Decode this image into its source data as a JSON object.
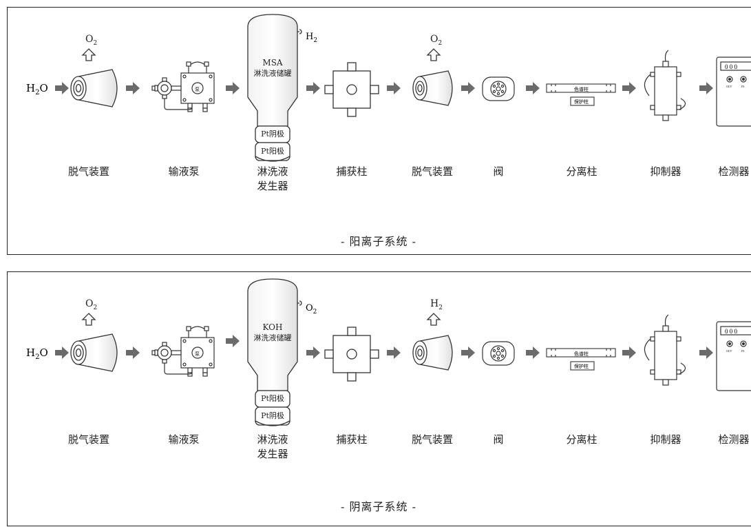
{
  "cation": {
    "input": "H2O",
    "degas1_gas": "O2",
    "tank_gas": "H2",
    "reagent": "MSA",
    "tank_label": "淋洗液储罐",
    "electrode_upper": "Pt阴极",
    "electrode_lower": "Pt阳极",
    "degas2_gas": "O2",
    "pump_mark": "泵",
    "column_label": "色谱柱",
    "guard_label": "保护柱",
    "detector_digits": "0 0 0",
    "detector_ports": [
      "OUT",
      "IN"
    ],
    "component_labels": [
      "脱气装置",
      "输液泵",
      "淋洗液\n发生器",
      "捕获柱",
      "脱气装置",
      "阀",
      "分离柱",
      "抑制器",
      "检测器"
    ],
    "system_title": "- 阳离子系统 -"
  },
  "anion": {
    "input": "H2O",
    "degas1_gas": "O2",
    "tank_gas": "O2",
    "reagent": "KOH",
    "tank_label": "淋洗液储罐",
    "electrode_upper": "Pt阳极",
    "electrode_lower": "Pt阴极",
    "degas2_gas": "H2",
    "pump_mark": "泵",
    "column_label": "色谱柱",
    "guard_label": "保护柱",
    "detector_digits": "0 0 0",
    "detector_ports": [
      "OUT",
      "IN"
    ],
    "component_labels": [
      "脱气装置",
      "输液泵",
      "淋洗液\n发生器",
      "捕获柱",
      "脱气装置",
      "阀",
      "分离柱",
      "抑制器",
      "检测器"
    ],
    "system_title": "- 阴离子系统 -"
  },
  "colors": {
    "arrow": "#6b6b6b",
    "stroke": "#333333",
    "fill": "#ffffff",
    "shade": "#e6e6e6"
  }
}
